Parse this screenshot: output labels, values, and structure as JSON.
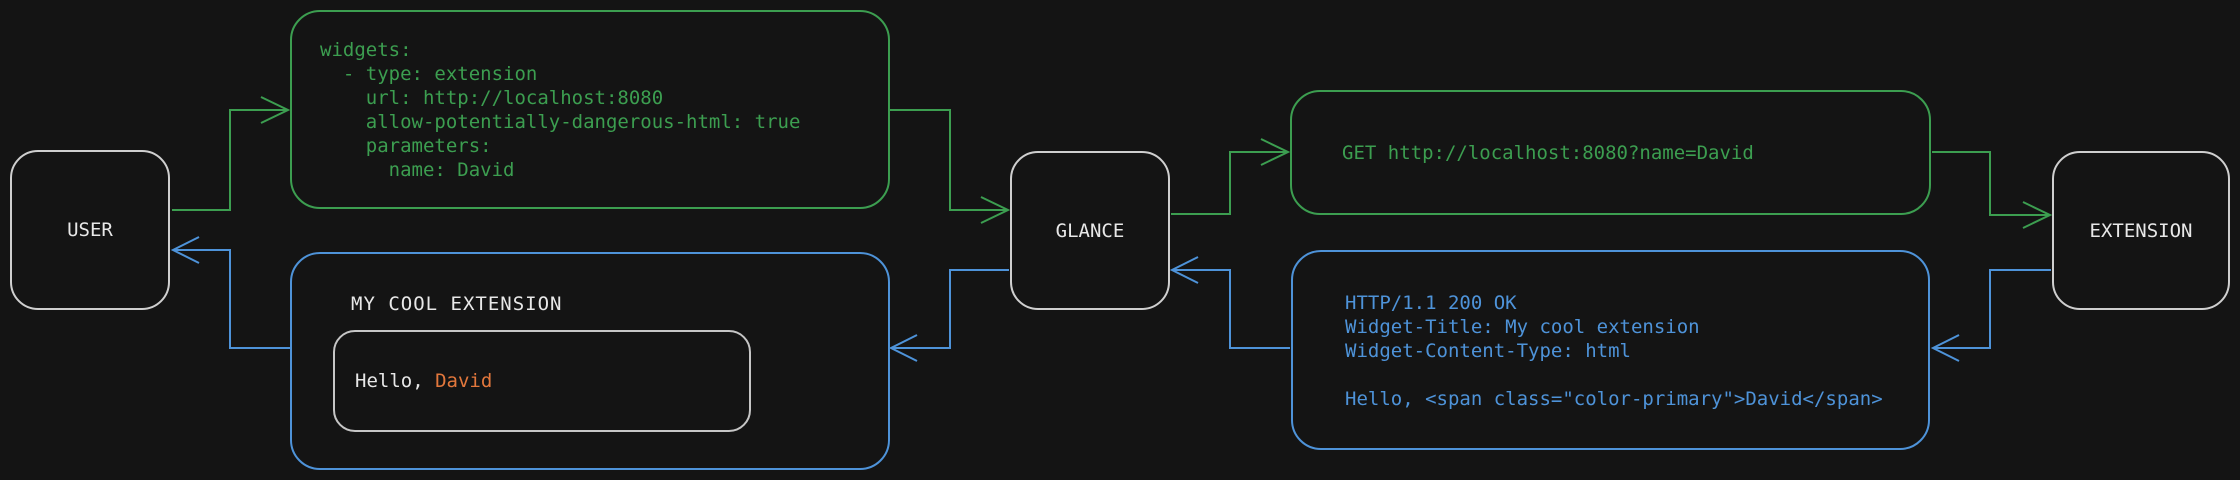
{
  "colors": {
    "background": "#141414",
    "request-green": "#3C9E50",
    "response-blue": "#4E93D9",
    "node-border": "#CFCFCF",
    "inner-border": "#C6C6C6",
    "text-primary": "#E8E8E8",
    "accent-orange": "#E2773C"
  },
  "nodes": {
    "user": {
      "label": "USER"
    },
    "glance": {
      "label": "GLANCE"
    },
    "extension": {
      "label": "EXTENSION"
    }
  },
  "config_box": {
    "lines": [
      "widgets:",
      "  - type: extension",
      "    url: http://localhost:8080",
      "    allow-potentially-dangerous-html: true",
      "    parameters:",
      "      name: David"
    ]
  },
  "request_box": {
    "text": "GET http://localhost:8080?name=David"
  },
  "response_box": {
    "lines": [
      "HTTP/1.1 200 OK",
      "Widget-Title: My cool extension",
      "Widget-Content-Type: html",
      "",
      "Hello, <span class=\"color-primary\">David</span>"
    ]
  },
  "widget_box": {
    "title": "MY COOL EXTENSION",
    "greeting_prefix": "Hello, ",
    "greeting_name": "David"
  }
}
